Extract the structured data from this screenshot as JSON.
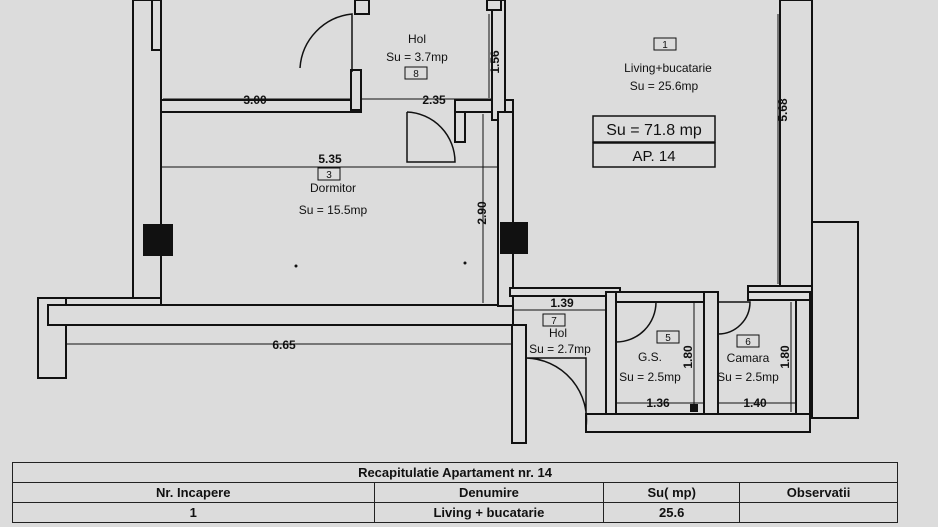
{
  "plan": {
    "dims": {
      "d_3_00": "3.00",
      "d_2_35": "2.35",
      "d_1_56": "1.56",
      "d_5_68": "5.68",
      "d_5_35": "5.35",
      "d_2_90": "2.90",
      "d_6_65": "6.65",
      "d_1_39": "1.39",
      "d_1_80a": "1.80",
      "d_1_80b": "1.80",
      "d_1_36": "1.36",
      "d_1_40": "1.40"
    },
    "rooms": {
      "hol_top": {
        "name": "Hol",
        "area": "Su = 3.7mp",
        "num": "8"
      },
      "living": {
        "num": "1",
        "name": "Living+bucatarie",
        "area": "Su = 25.6mp"
      },
      "dormitor": {
        "num": "3",
        "name": "Dormitor",
        "area": "Su = 15.5mp"
      },
      "hol_bottom": {
        "num": "7",
        "name": "Hol",
        "area": "Su = 2.7mp"
      },
      "gs": {
        "num": "5",
        "name": "G.S.",
        "area": "Su = 2.5mp"
      },
      "camara": {
        "num": "6",
        "name": "Camara",
        "area": "Su = 2.5mp"
      }
    },
    "summary": {
      "total_area": "Su = 71.8 mp",
      "apartment": "AP. 14"
    }
  },
  "table": {
    "title": "Recapitulatie Apartament nr. 14",
    "headers": [
      "Nr. Incapere",
      "Denumire",
      "Su( mp)",
      "Observatii"
    ],
    "rows": [
      [
        "1",
        "Living + bucatarie",
        "25.6",
        ""
      ]
    ]
  }
}
